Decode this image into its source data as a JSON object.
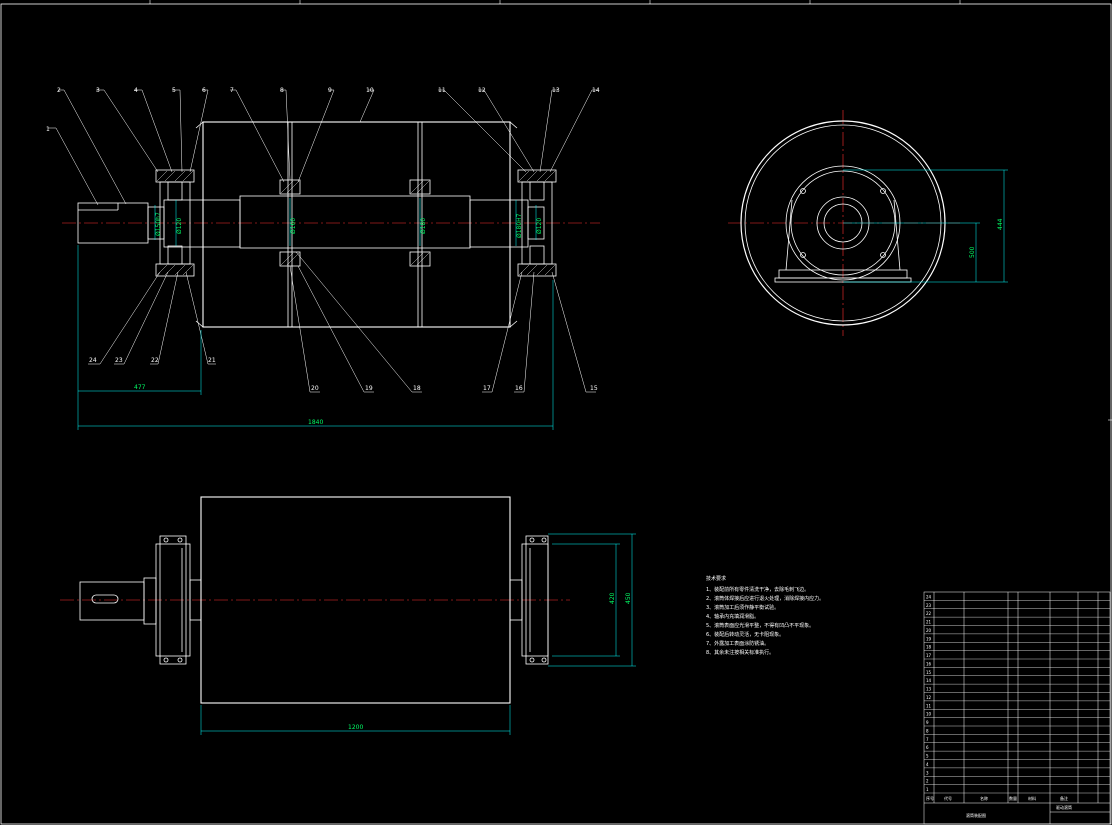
{
  "top_view": {
    "part_labels": [
      "1",
      "2",
      "3",
      "4",
      "5",
      "6",
      "7",
      "8",
      "9",
      "10",
      "11",
      "12",
      "13",
      "14",
      "15",
      "16",
      "17",
      "18",
      "19",
      "20",
      "21",
      "22",
      "23",
      "24"
    ],
    "dims": {
      "shaft_len": "477",
      "total_len": "1840",
      "d1": "Ø150h7",
      "d2": "Ø120",
      "d3": "Ø160",
      "d4": "Ø180",
      "d5": "Ø180H7",
      "d6": "Ø120"
    }
  },
  "side_view": {
    "dims": {
      "h1": "500",
      "h2": "444"
    }
  },
  "bottom_view": {
    "dims": {
      "w": "1200",
      "h1": "450",
      "h2": "420"
    }
  },
  "tech_notes": {
    "title": "技术要求",
    "lines": [
      "1、装配前所有零件清洗干净，去除毛刺飞边。",
      "2、滚筒体焊接后应进行退火处理，消除焊接内应力。",
      "3、滚筒加工后须作静平衡试验。",
      "4、轴承内充填润滑脂。",
      "5、滚筒表面应光滑平整，不得有凹凸不平现象。",
      "6、装配后转动灵活，无卡阻现象。",
      "7、外露加工表面涂防锈油。",
      "8、其余未注按相关标准执行。"
    ]
  },
  "title_block": {
    "row_numbers": [
      "24",
      "23",
      "22",
      "21",
      "20",
      "19",
      "18",
      "17",
      "16",
      "15",
      "14",
      "13",
      "12",
      "11",
      "10",
      "9",
      "8",
      "7",
      "6",
      "5",
      "4",
      "3",
      "2",
      "1"
    ],
    "bottom_labels": [
      "序号",
      "代号",
      "名称",
      "数量",
      "材料",
      "备注"
    ],
    "title": "滚筒装配图",
    "subtitle": "驱动滚筒"
  },
  "colors": {
    "line": "#ffffff",
    "dim": "#00ffff",
    "text_dim": "#00ff66",
    "center": "#ff3030"
  }
}
